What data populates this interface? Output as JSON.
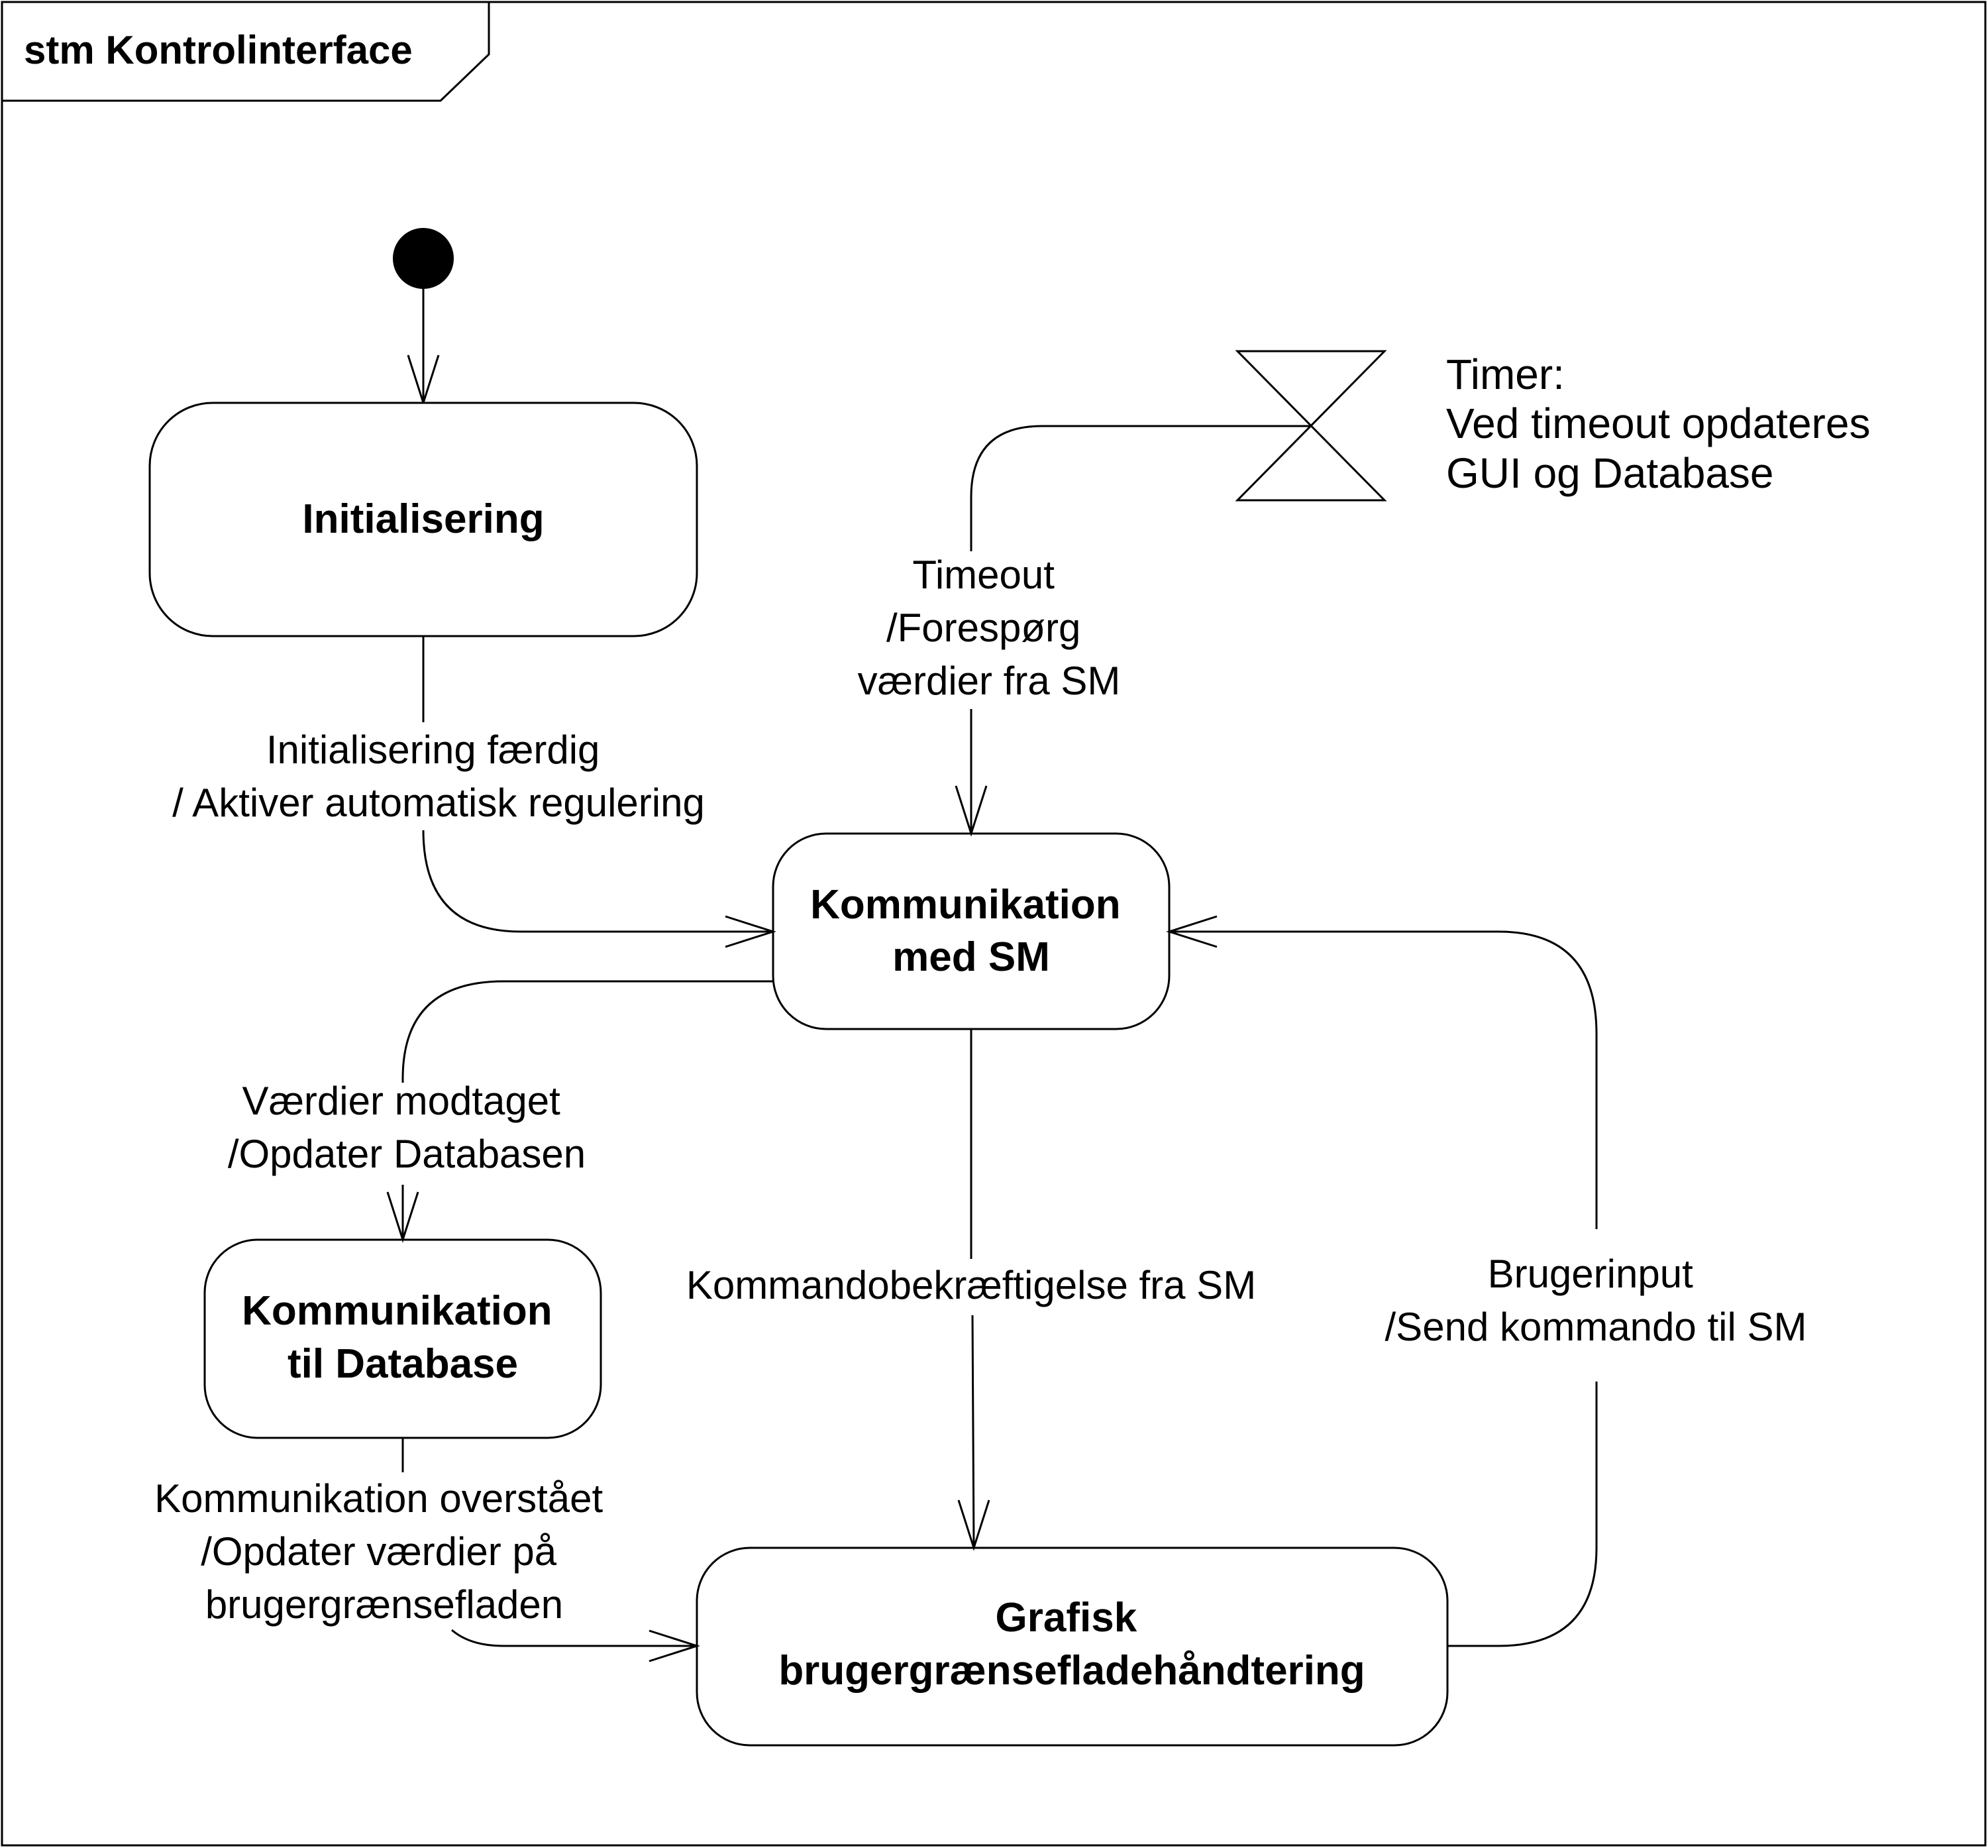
{
  "frame": {
    "title": "stm Kontrolinterface"
  },
  "states": {
    "initialisering": [
      "Initialisering"
    ],
    "kommunikation_sm": [
      "Kommunikation",
      "med SM"
    ],
    "kommunikation_db": [
      "Kommunikation",
      "til Database"
    ],
    "gui": [
      "Grafisk",
      "brugergrænsefladehåndtering"
    ]
  },
  "transitions": {
    "init_done": [
      "Initialisering færdig",
      "/ Aktiver automatisk regulering"
    ],
    "timeout": [
      "Timeout",
      "/Forespørg",
      "værdier fra SM"
    ],
    "values_received": [
      "Værdier modtaget",
      "/Opdater Databasen"
    ],
    "command_confirm": [
      "Kommandobekræftigelse fra SM"
    ],
    "user_input": [
      "Brugerinput",
      "/Send kommando til SM"
    ],
    "comm_done": [
      "Kommunikation overstået",
      "/Opdater værdier på",
      "brugergrænsefladen"
    ]
  },
  "timer_note": [
    "Timer:",
    "Ved timeout opdateres",
    "GUI og Database"
  ]
}
